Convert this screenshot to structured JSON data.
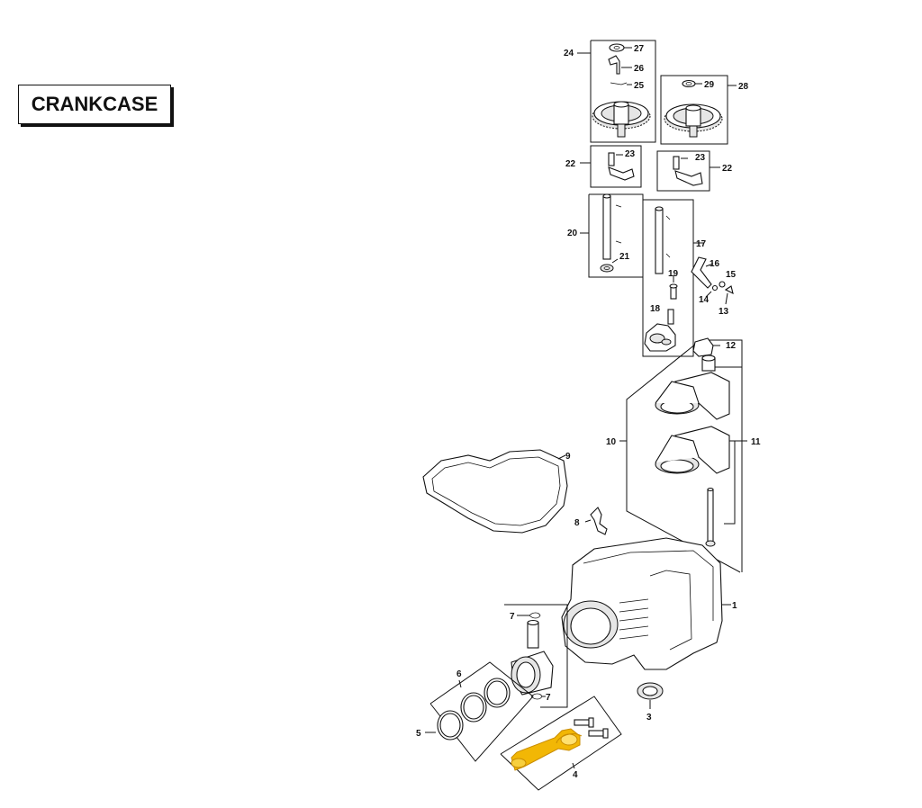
{
  "title": "CRANKCASE",
  "highlight_color": "#f2b705",
  "callouts": {
    "c1": "1",
    "c3": "3",
    "c4": "4",
    "c5": "5",
    "c6": "6",
    "c7a": "7",
    "c7b": "7",
    "c8": "8",
    "c9": "9",
    "c10": "10",
    "c11": "11",
    "c12": "12",
    "c13": "13",
    "c14": "14",
    "c15": "15",
    "c16": "16",
    "c17": "17",
    "c18": "18",
    "c19": "19",
    "c20": "20",
    "c21": "21",
    "c22a": "22",
    "c22b": "22",
    "c23a": "23",
    "c23b": "23",
    "c24": "24",
    "c25": "25",
    "c26": "26",
    "c27": "27",
    "c28": "28",
    "c29": "29"
  }
}
